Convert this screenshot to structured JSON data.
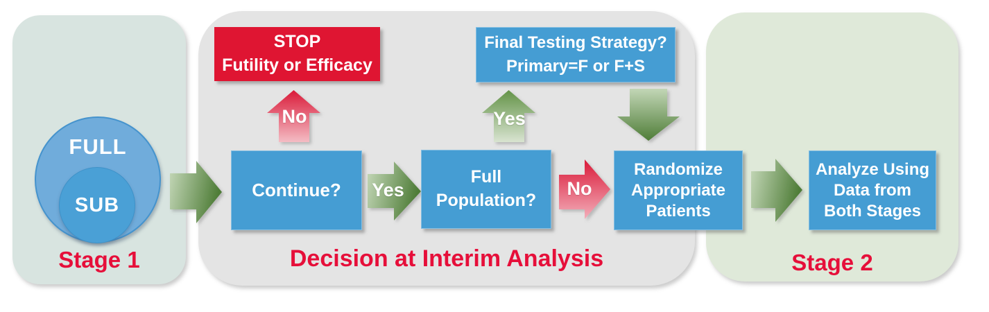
{
  "stage1": {
    "label": "Stage 1",
    "full_circle_label": "FULL",
    "sub_circle_label": "SUB"
  },
  "decision": {
    "label": "Decision at Interim Analysis",
    "stop_box": {
      "lines": [
        "STOP",
        "Futility or Efficacy"
      ]
    },
    "final_testing_box": {
      "lines": [
        "Final Testing Strategy?",
        "Primary=F or F+S"
      ]
    },
    "continue_box": {
      "label": "Continue?"
    },
    "full_population_box": {
      "lines": [
        "Full",
        "Population?"
      ]
    },
    "randomize_box": {
      "lines": [
        "Randomize",
        "Appropriate",
        "Patients"
      ]
    },
    "arrow_labels": {
      "no_to_stop": "No",
      "yes_to_full_population": "Yes",
      "yes_to_final_testing": "Yes",
      "no_to_randomize": "No"
    }
  },
  "stage2": {
    "label": "Stage 2",
    "analyze_box": {
      "lines": [
        "Analyze Using",
        "Data from",
        "Both Stages"
      ]
    }
  },
  "colors": {
    "stage1_panel_bg": "#d8e4e0",
    "decision_panel_bg": "#e4e4e4",
    "stage2_panel_bg": "#dfe9d9",
    "blue_box": "#459dd3",
    "red_box": "#df1532",
    "red_label_text": "#e60f3a",
    "full_circle": "#70acdb",
    "sub_circle": "#4aa0d6",
    "green_arrow_dark": "#4f7d38",
    "green_arrow_light": "#c6d9ba",
    "red_arrow_dark": "#da1a39",
    "red_arrow_light": "#f4bcc4"
  }
}
